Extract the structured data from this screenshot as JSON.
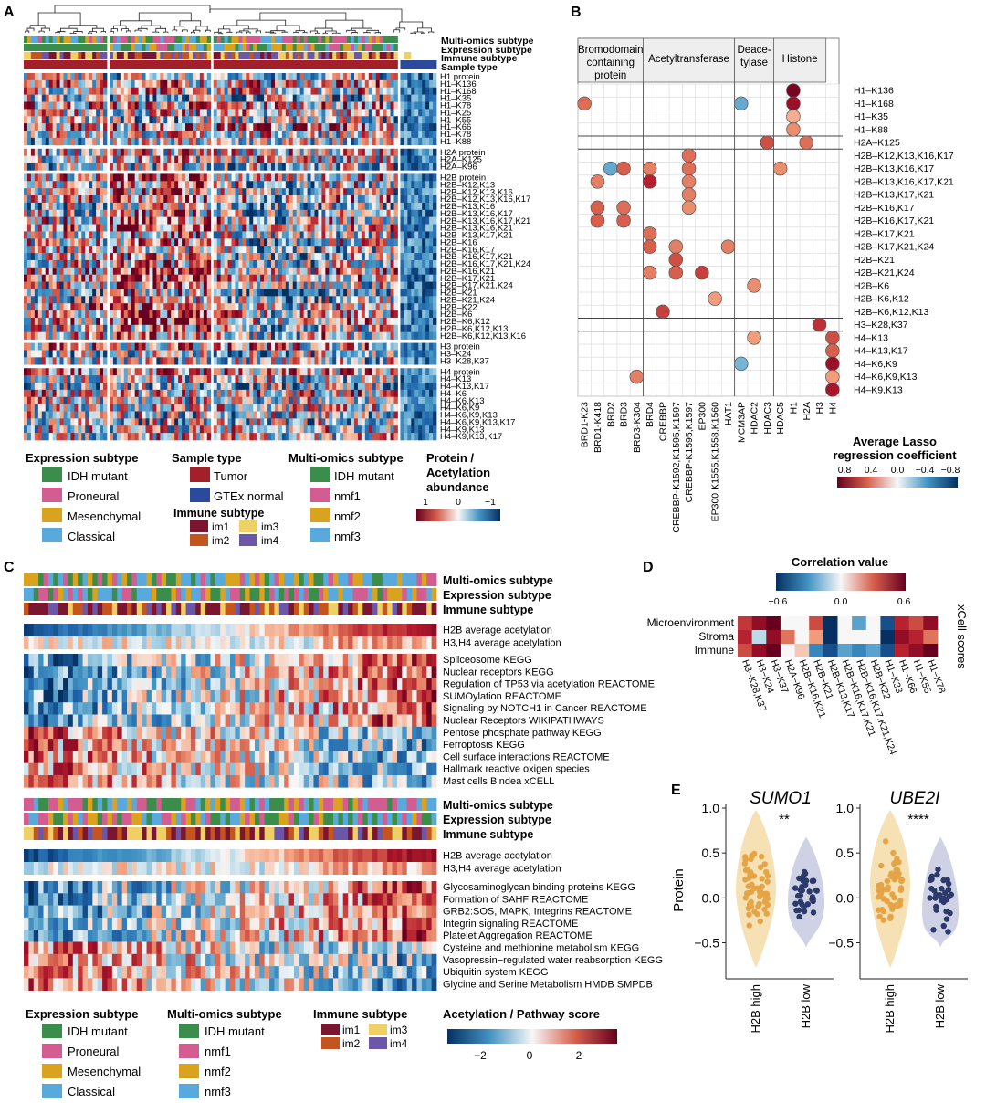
{
  "panels": {
    "a": "A",
    "b": "B",
    "c": "C",
    "d": "D",
    "e": "E"
  },
  "colors": {
    "idh": "#3a8d4b",
    "proneural": "#d35c91",
    "mesenchymal": "#d9a21f",
    "classical": "#5aa9dc",
    "tumor": "#a31f2a",
    "gtex": "#2b4a9b",
    "im1": "#7a1630",
    "im2": "#c5551e",
    "im3": "#efd064",
    "im4": "#6b57a5",
    "nmf1": "#d35c91",
    "nmf2": "#d9a21f",
    "nmf3": "#5aa9dc",
    "hi": "#b2182b",
    "lo": "#2166ac",
    "orange": "#e5a445",
    "navy": "#2c3a6b"
  },
  "panel_a": {
    "bar_labels": [
      "Multi-omics subtype",
      "Expression subtype",
      "Immune subtype",
      "Sample type"
    ],
    "row_labels": [
      "H1 protein",
      "H1–K136",
      "H1–K168",
      "H1–K35",
      "H1–K78",
      "H1–K25",
      "H1–K55",
      "H1–K66",
      "H1–K78",
      "H1–K88",
      "H2A protein",
      "H2A–K125",
      "H2A–K96",
      "H2B protein",
      "H2B–K12,K13",
      "H2B–K12,K13,K16",
      "H2B–K12,K13,K16,K17",
      "H2B–K13,K16",
      "H2B–K13,K16,K17",
      "H2B–K13,K16,K17,K21",
      "H2B–K13,K16,K21",
      "H2B–K13,K17,K21",
      "H2B–K16",
      "H2B–K16,K17",
      "H2B–K16,K17,K21",
      "H2B–K16,K17,K21,K24",
      "H2B–K16,K21",
      "H2B–K17,K21",
      "H2B–K17,K21,K24",
      "H2B–K21",
      "H2B–K21,K24",
      "H2B–K22",
      "H2B–K6",
      "H2B–K6,K12",
      "H2B–K6,K12,K13",
      "H2B–K6,K12,K13,K16",
      "H3 protein",
      "H3–K24",
      "H3–K28,K37",
      "H4 protein",
      "H4–K13",
      "H4–K13,K17",
      "H4–K6",
      "H4–K6,K13",
      "H4–K6,K9",
      "H4–K6,K9,K13",
      "H4–K6,K9,K13,K17",
      "H4–K9,K13",
      "H4–K9,K13,K17"
    ],
    "legend": {
      "expr_title": "Expression subtype",
      "expr": [
        "IDH mutant",
        "Proneural",
        "Mesenchymal",
        "Classical"
      ],
      "sample_title": "Sample type",
      "sample": [
        "Tumor",
        "GTEx normal"
      ],
      "immune_title": "Immune subtype",
      "immune": [
        "im1",
        "im3",
        "im2",
        "im4"
      ],
      "multi_title": "Multi-omics subtype",
      "multi": [
        "IDH mutant",
        "nmf1",
        "nmf2",
        "nmf3"
      ],
      "scale_title_1": "Protein /",
      "scale_title_2": "Acetylation",
      "scale_title_3": "abundance",
      "scale_ticks": [
        "1",
        "0",
        "−1"
      ]
    }
  },
  "panel_b": {
    "groups": [
      {
        "title": [
          "Bromodomain",
          "containing",
          "protein"
        ],
        "span": 5
      },
      {
        "title": [
          "Acetyltransferase"
        ],
        "span": 7
      },
      {
        "title": [
          "Deace-",
          "tylase"
        ],
        "span": 3
      },
      {
        "title": [
          "Histone"
        ],
        "span": 4
      }
    ],
    "cols": [
      "BRD1-K23",
      "BRD1-K418",
      "BRD2",
      "BRD3",
      "BRD3-K304",
      "BRD4",
      "CREBBP",
      "CREBBP-K1592,K1595,K1597",
      "CREBBP-K1595,K1597",
      "EP300",
      "EP300 K1555,K1558,K1560",
      "HAT1",
      "MCM3AP",
      "HDAC2",
      "HDAC3",
      "HDAC5",
      "H1",
      "H2A",
      "H3",
      "H4"
    ],
    "rows": [
      "H1–K136",
      "H1–K168",
      "H1–K35",
      "H1–K88",
      "H2A–K125",
      "H2B–K12,K13,K16,K17",
      "H2B–K13,K16,K17",
      "H2B–K13,K16,K17,K21",
      "H2B–K13,K17,K21",
      "H2B–K16,K17",
      "H2B–K16,K17,K21",
      "H2B–K17,K21",
      "H2B–K17,K21,K24",
      "H2B–K21",
      "H2B–K21,K24",
      "H2B–K6",
      "H2B–K6,K12",
      "H2B–K6,K12,K13",
      "H3–K28,K37",
      "H4–K13",
      "H4–K13,K17",
      "H4–K6,K9",
      "H4–K6,K9,K13",
      "H4–K9,K13"
    ],
    "dots": [
      [
        0,
        16,
        0.85
      ],
      [
        1,
        0,
        0.4
      ],
      [
        1,
        12,
        -0.35
      ],
      [
        1,
        16,
        0.75
      ],
      [
        2,
        16,
        0.2
      ],
      [
        3,
        16,
        0.3
      ],
      [
        4,
        14,
        0.5
      ],
      [
        4,
        17,
        0.4
      ],
      [
        5,
        8,
        0.4
      ],
      [
        6,
        2,
        -0.35
      ],
      [
        6,
        3,
        0.45
      ],
      [
        6,
        5,
        0.35
      ],
      [
        6,
        8,
        0.4
      ],
      [
        6,
        15,
        0.3
      ],
      [
        7,
        1,
        0.35
      ],
      [
        7,
        5,
        0.65
      ],
      [
        7,
        8,
        0.35
      ],
      [
        8,
        8,
        0.35
      ],
      [
        9,
        1,
        0.45
      ],
      [
        9,
        3,
        0.4
      ],
      [
        9,
        8,
        0.3
      ],
      [
        10,
        1,
        0.45
      ],
      [
        10,
        3,
        0.45
      ],
      [
        11,
        5,
        0.4
      ],
      [
        12,
        5,
        0.45
      ],
      [
        12,
        7,
        0.35
      ],
      [
        12,
        11,
        0.35
      ],
      [
        13,
        7,
        0.5
      ],
      [
        14,
        5,
        0.35
      ],
      [
        14,
        7,
        0.45
      ],
      [
        14,
        9,
        0.55
      ],
      [
        15,
        13,
        0.3
      ],
      [
        16,
        10,
        0.25
      ],
      [
        17,
        6,
        0.55
      ],
      [
        18,
        18,
        0.6
      ],
      [
        19,
        13,
        0.25
      ],
      [
        19,
        19,
        0.5
      ],
      [
        20,
        19,
        0.45
      ],
      [
        21,
        12,
        -0.3
      ],
      [
        21,
        19,
        0.75
      ],
      [
        22,
        4,
        0.35
      ],
      [
        22,
        19,
        0.25
      ],
      [
        23,
        19,
        0.7
      ]
    ],
    "legend_title_1": "Average Lasso",
    "legend_title_2": "regression coefficient",
    "legend_ticks": [
      "0.8",
      "0.4",
      "0.0",
      "−0.4",
      "−0.8"
    ]
  },
  "panel_c": {
    "bar_labels": [
      "Multi-omics subtype",
      "Expression subtype",
      "Immune subtype"
    ],
    "top_ac": [
      "H2B average acetylation",
      "H3,H4 average acetylation"
    ],
    "top_paths": [
      "Spliceosome KEGG",
      "Nuclear receptors KEGG",
      "Regulation of TP53 via acetylation REACTOME",
      "SUMOylation REACTOME",
      "Signaling by NOTCH1 in Cancer REACTOME",
      "Nuclear Receptors WIKIPATHWAYS",
      "Pentose phosphate pathway KEGG",
      "Ferroptosis KEGG",
      "Cell surface interactions REACTOME",
      "Hallmark reactive oxigen species",
      "Mast cells Bindea xCELL"
    ],
    "bot_ac": [
      "H2B average acetylation",
      "H3,H4 average acetylation"
    ],
    "bot_paths": [
      "Glycosaminoglycan binding proteins KEGG",
      "Formation of SAHF REACTOME",
      "GRB2:SOS, MAPK, Integrins REACTOME",
      "Integrin signaling REACTOME",
      "Platelet Aggregation REACTOME",
      "Cysteine and methionine metabolism KEGG",
      "Vasopressin−regulated water reabsorption KEGG",
      "Ubiquitin system KEGG",
      "Glycine and Serine Metabolism HMDB SMPDB"
    ],
    "legend": {
      "expr_title": "Expression subtype",
      "expr": [
        "IDH mutant",
        "Proneural",
        "Mesenchymal",
        "Classical"
      ],
      "multi_title": "Multi-omics subtype",
      "multi": [
        "IDH mutant",
        "nmf1",
        "nmf2",
        "nmf3"
      ],
      "immune_title": "Immune subtype",
      "immune": [
        "im1",
        "im3",
        "im2",
        "im4"
      ],
      "scale_title": "Acetylation / Pathway score",
      "scale_ticks": [
        "−2",
        "0",
        "2"
      ]
    }
  },
  "panel_d": {
    "title": "Correlation value",
    "ticks": [
      "−0.6",
      "0.0",
      "0.6"
    ],
    "rows": [
      "Microenvironment",
      "Stroma",
      "Immune"
    ],
    "cols": [
      "H3−K28,K37",
      "H3−K24",
      "H3−K37",
      "H2A−K96",
      "H2B−K16,K21",
      "H2B−K21",
      "H2B−K13,K17",
      "H2B−K16,K17,K21",
      "H2B−K16,K17,K21,K24",
      "H2B−K22",
      "H1−K33",
      "H1−K66",
      "H1−K55",
      "H1−K78"
    ],
    "side_label": "xCell scores",
    "values": [
      [
        0.45,
        0.6,
        0.8,
        0,
        0,
        0.4,
        -0.8,
        0,
        -0.3,
        0,
        -0.6,
        0.5,
        0.4,
        0.6
      ],
      [
        0.5,
        -0.1,
        0.6,
        0.3,
        0,
        0.2,
        -0.85,
        0,
        0,
        0,
        -0.7,
        0.6,
        0.5,
        0.3
      ],
      [
        0.4,
        0.6,
        0.7,
        0,
        0.1,
        -0.4,
        -0.6,
        -0.3,
        -0.4,
        -0.3,
        -0.6,
        0.5,
        0.6,
        0.7
      ]
    ]
  },
  "panel_e": {
    "ylabel": "Protein",
    "plots": [
      {
        "gene": "SUMO1",
        "sig": "**",
        "groups": [
          "H2B high",
          "H2B low"
        ],
        "means": [
          0.1,
          -0.05
        ]
      },
      {
        "gene": "UBE2I",
        "sig": "****",
        "groups": [
          "H2B high",
          "H2B low"
        ],
        "means": [
          0.15,
          -0.15
        ]
      }
    ],
    "yticks": [
      "1.0",
      "0.5",
      "0.0",
      "−0.5"
    ],
    "chart_data": {
      "type": "violin",
      "y_range": [
        -0.8,
        1.0
      ]
    }
  }
}
